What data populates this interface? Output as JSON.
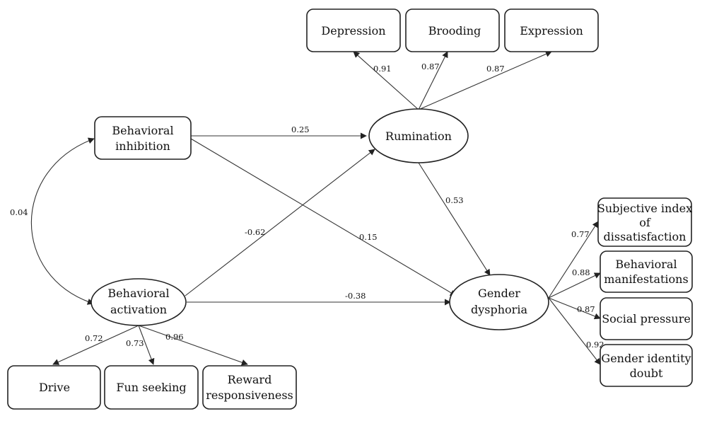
{
  "nodes": {
    "depression": [
      "Depression"
    ],
    "brooding": [
      "Brooding"
    ],
    "expression": [
      "Expression"
    ],
    "behavioral_inhibition": [
      "Behavioral",
      "inhibition"
    ],
    "rumination": [
      "Rumination"
    ],
    "behavioral_activation": [
      "Behavioral",
      "activation"
    ],
    "gender_dysphoria": [
      "Gender",
      "dysphoria"
    ],
    "subjective_index": [
      "Subjective index",
      "of",
      "dissatisfaction"
    ],
    "behavioral_manifestations": [
      "Behavioral",
      "manifestations"
    ],
    "social_pressure": [
      "Social pressure"
    ],
    "gender_identity_doubt": [
      "Gender identity",
      "doubt"
    ],
    "drive": [
      "Drive"
    ],
    "fun_seeking": [
      "Fun seeking"
    ],
    "reward_responsiveness": [
      "Reward",
      "responsiveness"
    ]
  },
  "coefficients": {
    "rumination_depression": "0.91",
    "rumination_brooding": "0.87",
    "rumination_expression": "0.87",
    "bis_rumination": "0.25",
    "bis_bas_covariance": "0.04",
    "bas_rumination": "-0.62",
    "bis_gender_dysphoria": "0.15",
    "rumination_gender_dysphoria": "0.53",
    "bas_gender_dysphoria": "-0.38",
    "gd_subjective_index": "0.77",
    "gd_behavioral_manifestations": "0.88",
    "gd_social_pressure": "0.87",
    "gd_identity_doubt": "0.92",
    "bas_drive": "0.72",
    "bas_fun_seeking": "0.73",
    "bas_reward_responsiveness": "0.96"
  }
}
